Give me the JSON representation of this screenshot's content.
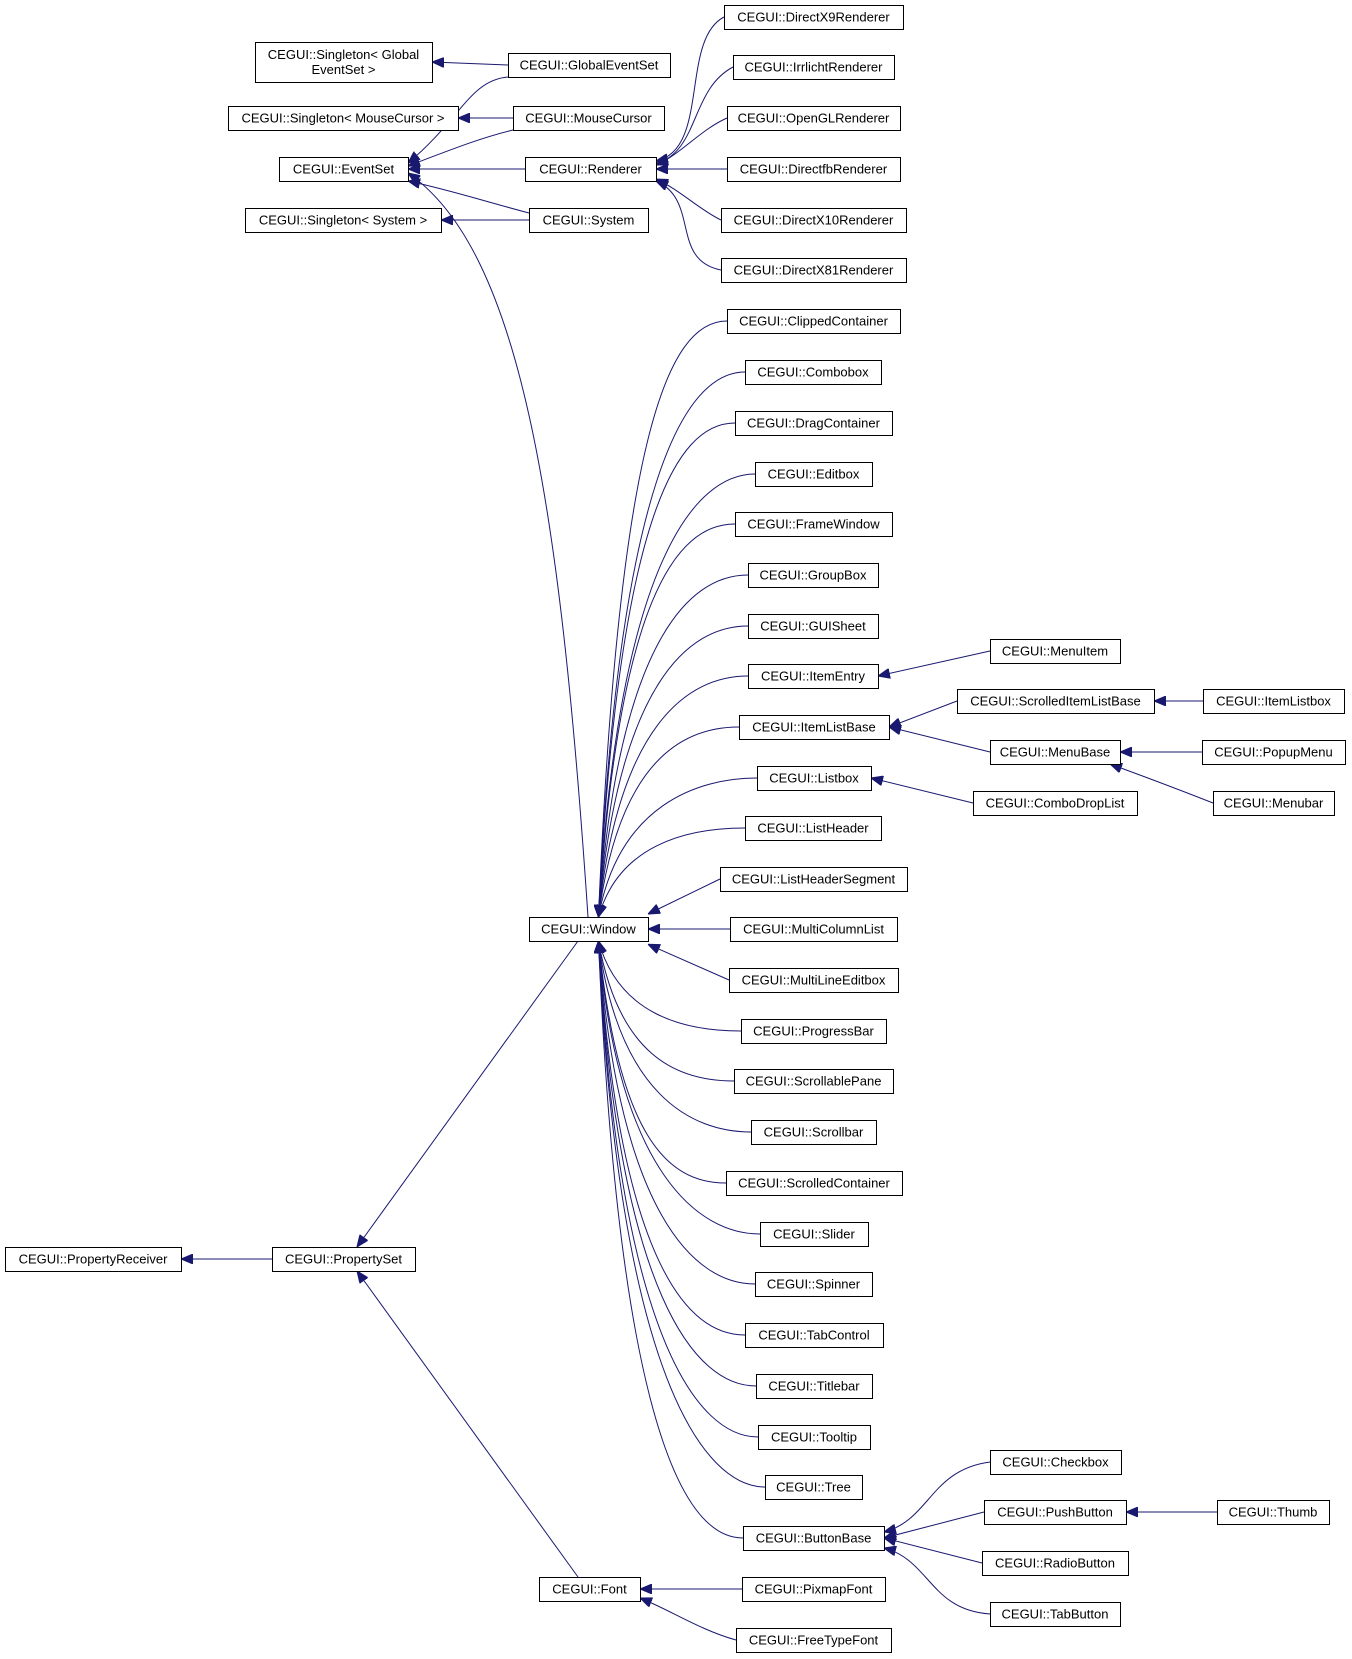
{
  "colors": {
    "edge": "#191970",
    "box_border": "#000000",
    "box_fill": "#ffffff",
    "text": "#000000"
  },
  "nodes": [
    {
      "id": "singleton_global",
      "lines": [
        "CEGUI::Singleton< Global",
        "EventSet >"
      ]
    },
    {
      "id": "globaleventset",
      "lines": [
        "CEGUI::GlobalEventSet"
      ]
    },
    {
      "id": "singleton_mouse",
      "lines": [
        "CEGUI::Singleton< MouseCursor >"
      ]
    },
    {
      "id": "mousecursor",
      "lines": [
        "CEGUI::MouseCursor"
      ]
    },
    {
      "id": "eventset",
      "lines": [
        "CEGUI::EventSet"
      ]
    },
    {
      "id": "renderer",
      "lines": [
        "CEGUI::Renderer"
      ]
    },
    {
      "id": "singleton_system",
      "lines": [
        "CEGUI::Singleton< System >"
      ]
    },
    {
      "id": "system",
      "lines": [
        "CEGUI::System"
      ]
    },
    {
      "id": "dx9",
      "lines": [
        "CEGUI::DirectX9Renderer"
      ]
    },
    {
      "id": "irrlicht",
      "lines": [
        "CEGUI::IrrlichtRenderer"
      ]
    },
    {
      "id": "opengl",
      "lines": [
        "CEGUI::OpenGLRenderer"
      ]
    },
    {
      "id": "directfb",
      "lines": [
        "CEGUI::DirectfbRenderer"
      ]
    },
    {
      "id": "dx10",
      "lines": [
        "CEGUI::DirectX10Renderer"
      ]
    },
    {
      "id": "dx81",
      "lines": [
        "CEGUI::DirectX81Renderer"
      ]
    },
    {
      "id": "clippedcontainer",
      "lines": [
        "CEGUI::ClippedContainer"
      ]
    },
    {
      "id": "combobox",
      "lines": [
        "CEGUI::Combobox"
      ]
    },
    {
      "id": "dragcontainer",
      "lines": [
        "CEGUI::DragContainer"
      ]
    },
    {
      "id": "editbox",
      "lines": [
        "CEGUI::Editbox"
      ]
    },
    {
      "id": "framewindow",
      "lines": [
        "CEGUI::FrameWindow"
      ]
    },
    {
      "id": "groupbox",
      "lines": [
        "CEGUI::GroupBox"
      ]
    },
    {
      "id": "guisheet",
      "lines": [
        "CEGUI::GUISheet"
      ]
    },
    {
      "id": "itementry",
      "lines": [
        "CEGUI::ItemEntry"
      ]
    },
    {
      "id": "menuitem",
      "lines": [
        "CEGUI::MenuItem"
      ]
    },
    {
      "id": "itemlistbase",
      "lines": [
        "CEGUI::ItemListBase"
      ]
    },
    {
      "id": "scrolleditemlistbase",
      "lines": [
        "CEGUI::ScrolledItemListBase"
      ]
    },
    {
      "id": "itemlistbox",
      "lines": [
        "CEGUI::ItemListbox"
      ]
    },
    {
      "id": "menubase",
      "lines": [
        "CEGUI::MenuBase"
      ]
    },
    {
      "id": "popupmenu",
      "lines": [
        "CEGUI::PopupMenu"
      ]
    },
    {
      "id": "menubar",
      "lines": [
        "CEGUI::Menubar"
      ]
    },
    {
      "id": "listbox",
      "lines": [
        "CEGUI::Listbox"
      ]
    },
    {
      "id": "combodroplist",
      "lines": [
        "CEGUI::ComboDropList"
      ]
    },
    {
      "id": "listheader",
      "lines": [
        "CEGUI::ListHeader"
      ]
    },
    {
      "id": "listheadersegment",
      "lines": [
        "CEGUI::ListHeaderSegment"
      ]
    },
    {
      "id": "window",
      "lines": [
        "CEGUI::Window"
      ]
    },
    {
      "id": "multicolumnlist",
      "lines": [
        "CEGUI::MultiColumnList"
      ]
    },
    {
      "id": "multilineeditbox",
      "lines": [
        "CEGUI::MultiLineEditbox"
      ]
    },
    {
      "id": "progressbar",
      "lines": [
        "CEGUI::ProgressBar"
      ]
    },
    {
      "id": "scrollablepane",
      "lines": [
        "CEGUI::ScrollablePane"
      ]
    },
    {
      "id": "scrollbar",
      "lines": [
        "CEGUI::Scrollbar"
      ]
    },
    {
      "id": "scrolledcontainer",
      "lines": [
        "CEGUI::ScrolledContainer"
      ]
    },
    {
      "id": "slider",
      "lines": [
        "CEGUI::Slider"
      ]
    },
    {
      "id": "spinner",
      "lines": [
        "CEGUI::Spinner"
      ]
    },
    {
      "id": "tabcontrol",
      "lines": [
        "CEGUI::TabControl"
      ]
    },
    {
      "id": "titlebar",
      "lines": [
        "CEGUI::Titlebar"
      ]
    },
    {
      "id": "tooltip",
      "lines": [
        "CEGUI::Tooltip"
      ]
    },
    {
      "id": "tree",
      "lines": [
        "CEGUI::Tree"
      ]
    },
    {
      "id": "buttonbase",
      "lines": [
        "CEGUI::ButtonBase"
      ]
    },
    {
      "id": "checkbox",
      "lines": [
        "CEGUI::Checkbox"
      ]
    },
    {
      "id": "pushbutton",
      "lines": [
        "CEGUI::PushButton"
      ]
    },
    {
      "id": "thumb",
      "lines": [
        "CEGUI::Thumb"
      ]
    },
    {
      "id": "radiobutton",
      "lines": [
        "CEGUI::RadioButton"
      ]
    },
    {
      "id": "tabbutton",
      "lines": [
        "CEGUI::TabButton"
      ]
    },
    {
      "id": "propertyreceiver",
      "lines": [
        "CEGUI::PropertyReceiver"
      ]
    },
    {
      "id": "propertyset",
      "lines": [
        "CEGUI::PropertySet"
      ]
    },
    {
      "id": "font",
      "lines": [
        "CEGUI::Font"
      ]
    },
    {
      "id": "pixmapfont",
      "lines": [
        "CEGUI::PixmapFont"
      ]
    },
    {
      "id": "freetypefont",
      "lines": [
        "CEGUI::FreeTypeFont"
      ]
    }
  ],
  "edges": [
    {
      "from": "globaleventset",
      "to": "singleton_global"
    },
    {
      "from": "globaleventset",
      "to": "eventset"
    },
    {
      "from": "mousecursor",
      "to": "singleton_mouse"
    },
    {
      "from": "mousecursor",
      "to": "eventset"
    },
    {
      "from": "renderer",
      "to": "eventset"
    },
    {
      "from": "system",
      "to": "eventset"
    },
    {
      "from": "system",
      "to": "singleton_system"
    },
    {
      "from": "window",
      "to": "eventset"
    },
    {
      "from": "dx9",
      "to": "renderer"
    },
    {
      "from": "irrlicht",
      "to": "renderer"
    },
    {
      "from": "opengl",
      "to": "renderer"
    },
    {
      "from": "directfb",
      "to": "renderer"
    },
    {
      "from": "dx10",
      "to": "renderer"
    },
    {
      "from": "dx81",
      "to": "renderer"
    },
    {
      "from": "clippedcontainer",
      "to": "window"
    },
    {
      "from": "combobox",
      "to": "window"
    },
    {
      "from": "dragcontainer",
      "to": "window"
    },
    {
      "from": "editbox",
      "to": "window"
    },
    {
      "from": "framewindow",
      "to": "window"
    },
    {
      "from": "groupbox",
      "to": "window"
    },
    {
      "from": "guisheet",
      "to": "window"
    },
    {
      "from": "itementry",
      "to": "window"
    },
    {
      "from": "itemlistbase",
      "to": "window"
    },
    {
      "from": "listbox",
      "to": "window"
    },
    {
      "from": "listheader",
      "to": "window"
    },
    {
      "from": "listheadersegment",
      "to": "window"
    },
    {
      "from": "multicolumnlist",
      "to": "window"
    },
    {
      "from": "multilineeditbox",
      "to": "window"
    },
    {
      "from": "progressbar",
      "to": "window"
    },
    {
      "from": "scrollablepane",
      "to": "window"
    },
    {
      "from": "scrollbar",
      "to": "window"
    },
    {
      "from": "scrolledcontainer",
      "to": "window"
    },
    {
      "from": "slider",
      "to": "window"
    },
    {
      "from": "spinner",
      "to": "window"
    },
    {
      "from": "tabcontrol",
      "to": "window"
    },
    {
      "from": "titlebar",
      "to": "window"
    },
    {
      "from": "tooltip",
      "to": "window"
    },
    {
      "from": "tree",
      "to": "window"
    },
    {
      "from": "buttonbase",
      "to": "window"
    },
    {
      "from": "menuitem",
      "to": "itementry"
    },
    {
      "from": "scrolleditemlistbase",
      "to": "itemlistbase"
    },
    {
      "from": "menubase",
      "to": "itemlistbase"
    },
    {
      "from": "itemlistbox",
      "to": "scrolleditemlistbase"
    },
    {
      "from": "popupmenu",
      "to": "menubase"
    },
    {
      "from": "menubar",
      "to": "menubase"
    },
    {
      "from": "combodroplist",
      "to": "listbox"
    },
    {
      "from": "checkbox",
      "to": "buttonbase"
    },
    {
      "from": "pushbutton",
      "to": "buttonbase"
    },
    {
      "from": "radiobutton",
      "to": "buttonbase"
    },
    {
      "from": "tabbutton",
      "to": "buttonbase"
    },
    {
      "from": "thumb",
      "to": "pushbutton"
    },
    {
      "from": "window",
      "to": "propertyset"
    },
    {
      "from": "font",
      "to": "propertyset"
    },
    {
      "from": "propertyset",
      "to": "propertyreceiver"
    },
    {
      "from": "pixmapfont",
      "to": "font"
    },
    {
      "from": "freetypefont",
      "to": "font"
    }
  ]
}
